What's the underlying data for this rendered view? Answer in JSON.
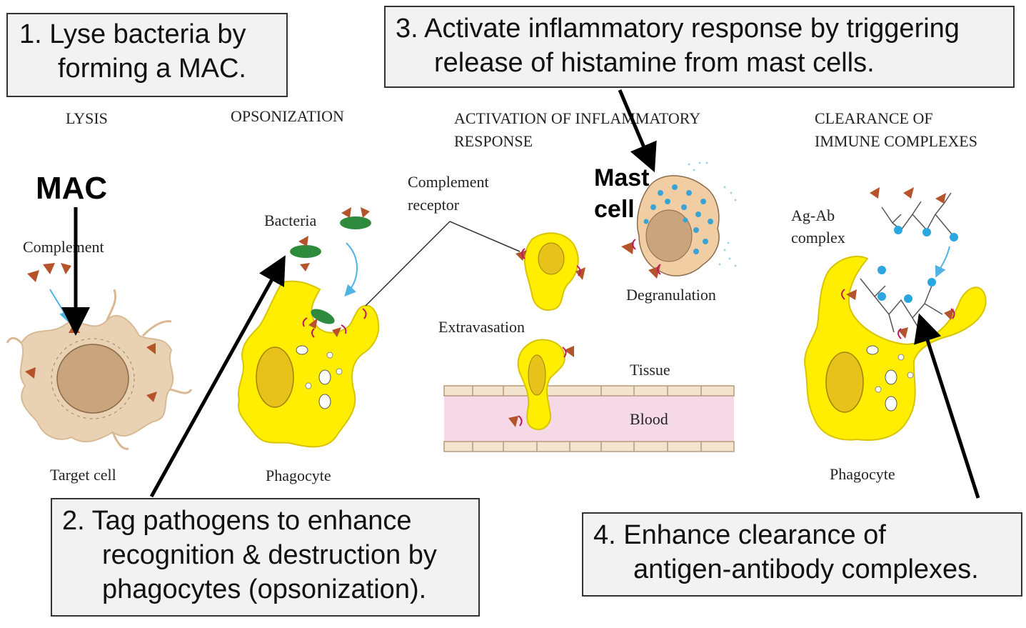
{
  "callouts": {
    "c1": {
      "line1": "1. Lyse bacteria by",
      "line2": "forming a MAC."
    },
    "c2": {
      "line1": "2. Tag pathogens to enhance",
      "line2": "recognition & destruction by",
      "line3": "phagocytes (opsonization)."
    },
    "c3": {
      "line1": "3. Activate inflammatory response by triggering",
      "line2": "release of histamine from mast cells."
    },
    "c4": {
      "line1": "4. Enhance clearance of",
      "line2": "antigen-antibody complexes."
    }
  },
  "sections": {
    "lysis": "LYSIS",
    "opsonization": "OPSONIZATION",
    "activation_line1": "ACTIVATION OF INFLAMMATORY",
    "activation_line2": "RESPONSE",
    "clearance_line1": "CLEARANCE OF",
    "clearance_line2": "IMMUNE COMPLEXES"
  },
  "labels": {
    "mac": "MAC",
    "complement": "Complement",
    "target_cell": "Target cell",
    "bacteria": "Bacteria",
    "phagocyte_1": "Phagocyte",
    "complement_receptor_line1": "Complement",
    "complement_receptor_line2": "receptor",
    "mast_cell_line1": "Mast",
    "mast_cell_line2": "cell",
    "degranulation": "Degranulation",
    "extravasation": "Extravasation",
    "tissue": "Tissue",
    "blood": "Blood",
    "ag_ab_line1": "Ag-Ab",
    "ag_ab_line2": "complex",
    "phagocyte_2": "Phagocyte"
  },
  "colors": {
    "phagocyte_yellow": "#ffee00",
    "complement_red": "#b5532a",
    "receptor_magenta": "#c2185b",
    "bacteria_green": "#2e8b3e",
    "target_cell_tan": "#e9d2b4",
    "blood_pink": "#f6d9e6",
    "antibody_blue": "#2aa7e0"
  }
}
